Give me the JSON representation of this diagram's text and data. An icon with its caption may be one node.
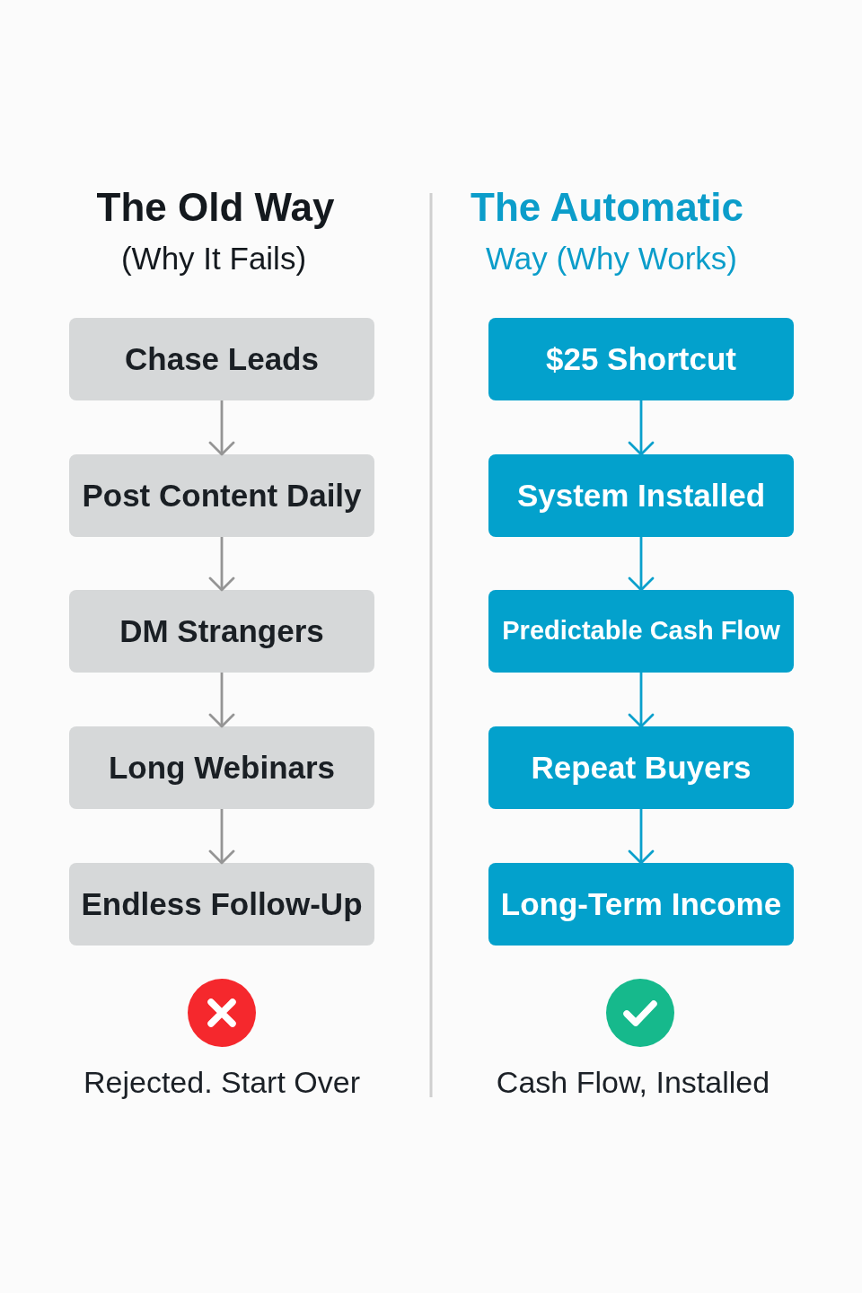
{
  "diagram": {
    "nodes": [
      {
        "text": [
          "Chase Leads"
        ]
      },
      {
        "text": [
          "Post Content Daily"
        ]
      },
      {
        "text": [
          "DM Strangers"
        ]
      },
      {
        "text": [
          "Long Webinars"
        ]
      },
      {
        "text": [
          "Endless Follow-Up"
        ]
      },
      {
        "text": [
          "$25 Shortcut"
        ]
      },
      {
        "text": [
          "System Installed"
        ]
      },
      {
        "text": [
          "Predictable Cash Flow"
        ]
      },
      {
        "text": [
          "Repeat Buyers"
        ]
      },
      {
        "text": [
          "Long-Term Income"
        ]
      }
    ],
    "edges": [
      {
        "from": 0,
        "to": 1,
        "arrow": "to"
      },
      {
        "from": 1,
        "to": 2,
        "arrow": "to"
      },
      {
        "from": 2,
        "to": 3,
        "arrow": "to"
      },
      {
        "from": 3,
        "to": 4,
        "arrow": "to"
      },
      {
        "from": 5,
        "to": 6,
        "arrow": "to",
        "color": "#0aa0cc"
      },
      {
        "from": 6,
        "to": 7,
        "arrow": "to",
        "color": "#0aa0cc"
      },
      {
        "from": 7,
        "to": 8,
        "arrow": "to",
        "color": "#0aa0cc"
      },
      {
        "from": 8,
        "to": 9,
        "arrow": "to",
        "color": "#0aa0cc"
      }
    ],
    "labels": [
      "The Old Way",
      "(Why It Fails)",
      "The Automatic",
      "Way (Why Works)",
      "Rejected. Start Over",
      "Cash Flow, Installed"
    ]
  }
}
